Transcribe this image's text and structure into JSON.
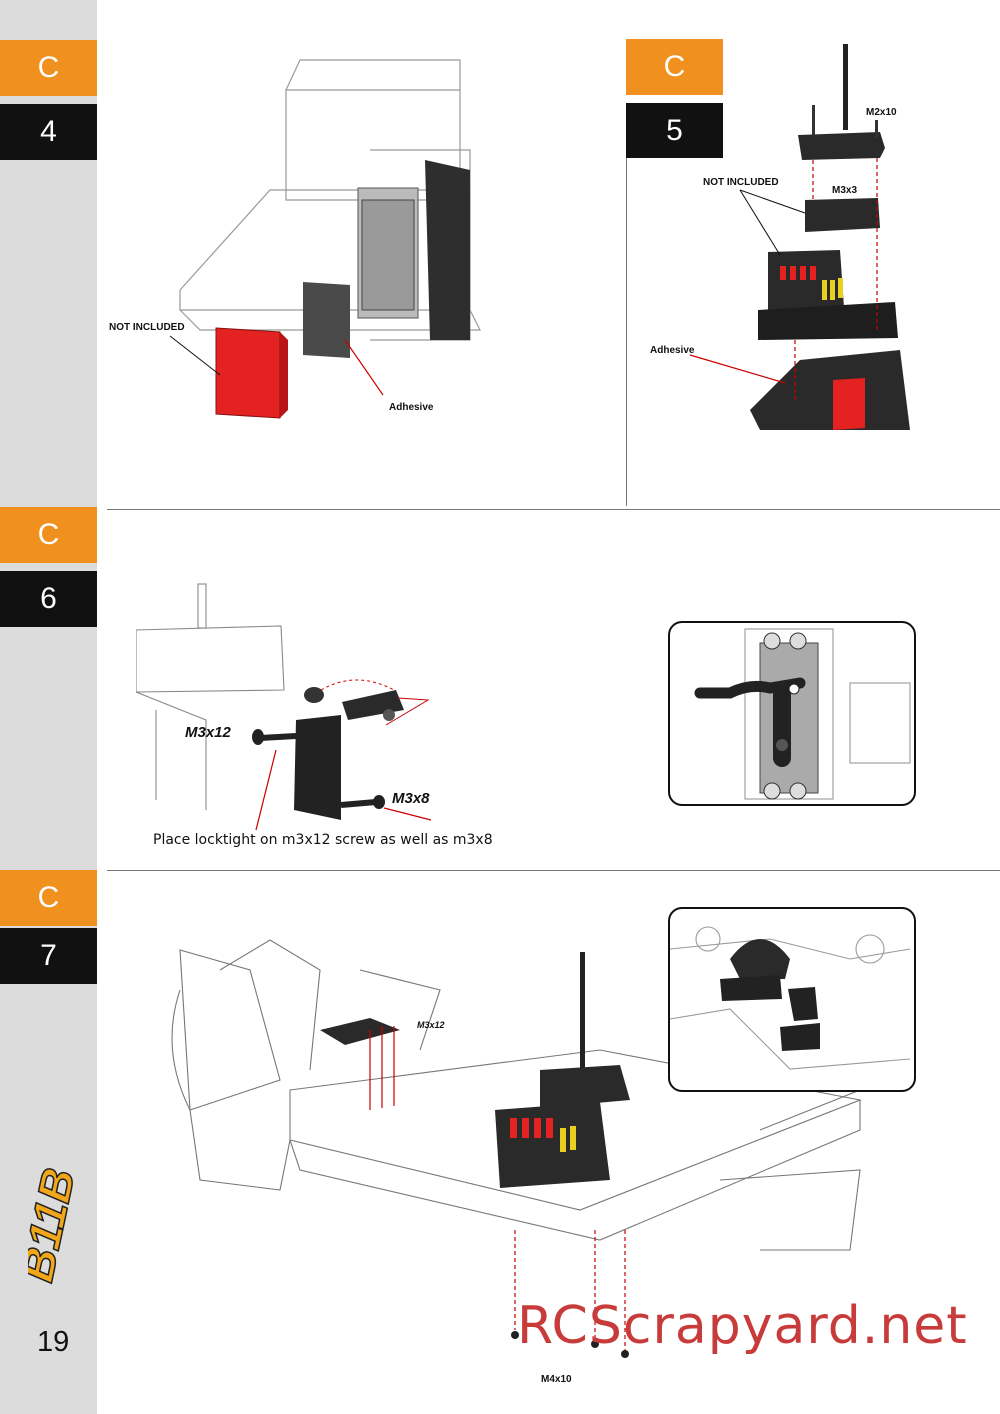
{
  "steps": {
    "c4": {
      "letter": "C",
      "number": "4"
    },
    "c5": {
      "letter": "C",
      "number": "5"
    },
    "c6": {
      "letter": "C",
      "number": "6"
    },
    "c7": {
      "letter": "C",
      "number": "7"
    }
  },
  "step_c4": {
    "not_included": "NOT INCLUDED",
    "adhesive": "Adhesive"
  },
  "step_c5": {
    "screw_m2x10": "M2x10",
    "not_included": "NOT INCLUDED",
    "screw_m3x3": "M3x3",
    "adhesive": "Adhesive"
  },
  "step_c6": {
    "screw_m3x12": "M3x12",
    "screw_m3x8": "M3x8",
    "caption": "Place locktight on m3x12 screw as well as m3x8"
  },
  "step_c7": {
    "screw_m3x12": "M3x12",
    "screw_m4x10": "M4x10"
  },
  "logo_text": "B11B",
  "page_number": "19",
  "watermark": "RCScrapyard.net",
  "colors": {
    "accent": "#f0911f",
    "tag_dark": "#111111",
    "sidebar": "#dcdcdc",
    "part_red": "#e52222",
    "plastic_dark": "#2a2a2a"
  }
}
